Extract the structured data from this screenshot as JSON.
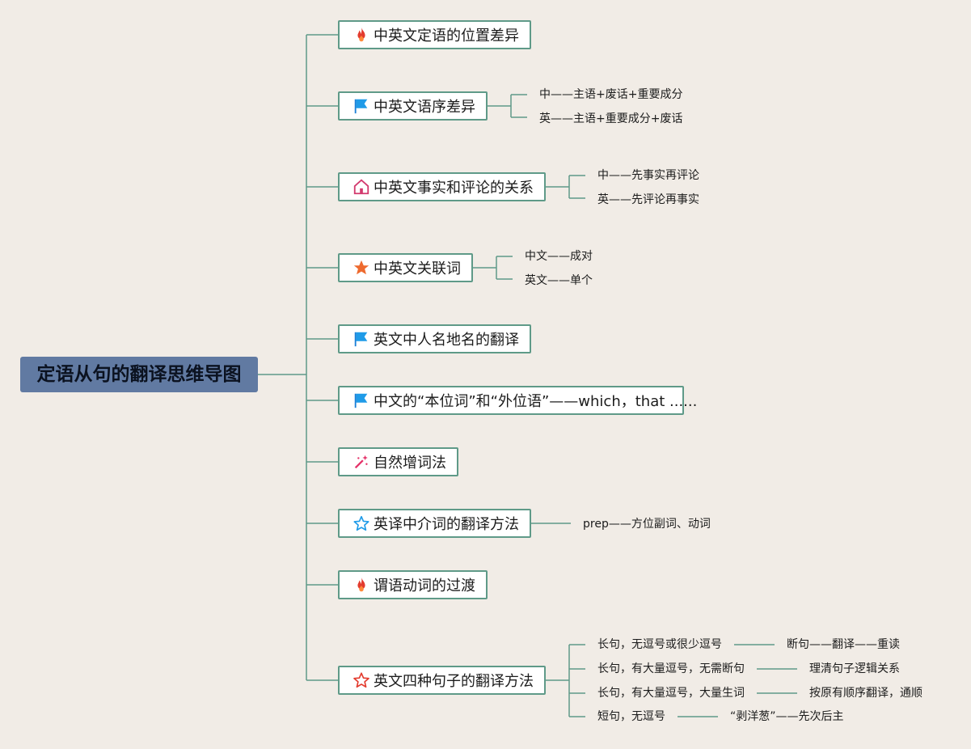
{
  "root": {
    "label": "定语从句的翻译思维导图"
  },
  "topics": [
    {
      "label": "中英文定语的位置差异",
      "icon": "fire-icon"
    },
    {
      "label": "中英文语序差异",
      "icon": "blue-flag-icon",
      "children": [
        "中——主语+废话+重要成分",
        "英——主语+重要成分+废话"
      ]
    },
    {
      "label": "中英文事实和评论的关系",
      "icon": "house-icon",
      "children": [
        "中——先事实再评论",
        "英——先评论再事实"
      ]
    },
    {
      "label": "中英文关联词",
      "icon": "orange-star-icon",
      "children": [
        "中文——成对",
        "英文——单个"
      ]
    },
    {
      "label": "英文中人名地名的翻译",
      "icon": "blue-flag-icon"
    },
    {
      "label": "中文的“本位词”和“外位语”——which，that ......",
      "icon": "blue-flag-icon"
    },
    {
      "label": "自然增词法",
      "icon": "magic-wand-icon"
    },
    {
      "label": "英译中介词的翻译方法",
      "icon": "outline-star-icon",
      "children": [
        "prep——方位副词、动词"
      ]
    },
    {
      "label": "谓语动词的过渡",
      "icon": "fire-icon"
    },
    {
      "label": "英文四种句子的翻译方法",
      "icon": "red-outline-star-icon",
      "children": [
        {
          "label": "长句，无逗号或很少逗号",
          "result": "断句——翻译——重读"
        },
        {
          "label": "长句，有大量逗号，无需断句",
          "result": "理清句子逻辑关系"
        },
        {
          "label": "长句，有大量逗号，大量生词",
          "result": "按原有顺序翻译，通顺"
        },
        {
          "label": "短句，无逗号",
          "result": "“剥洋葱”——先次后主"
        }
      ]
    }
  ],
  "colors": {
    "line": "#5f9a88",
    "root_bg": "#617aa2",
    "background": "#f1ece6"
  }
}
